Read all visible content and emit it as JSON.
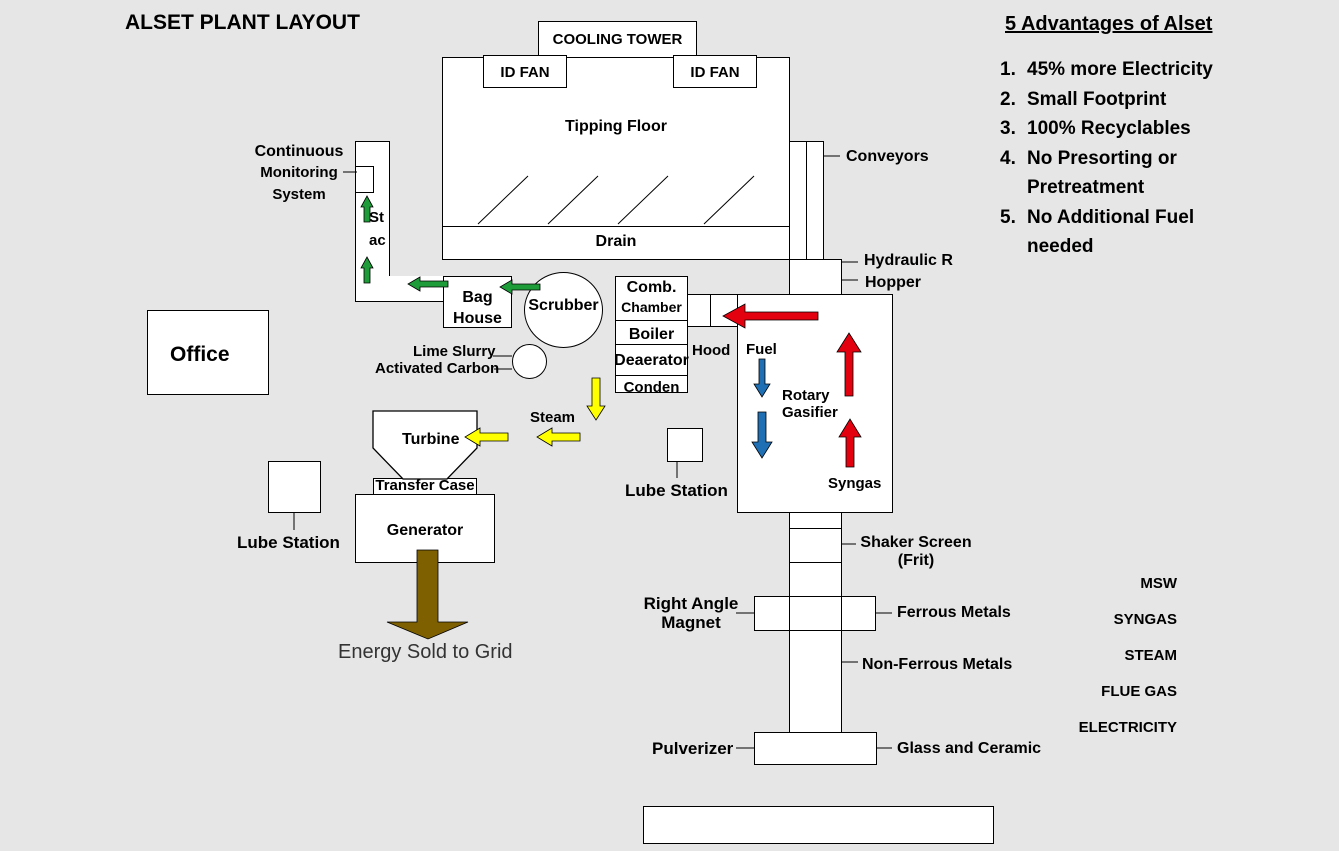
{
  "title": "ALSET PLANT LAYOUT",
  "advantages": {
    "heading": "5 Advantages of Alset",
    "items": [
      {
        "num": "1.",
        "text": "45% more Electricity"
      },
      {
        "num": "2.",
        "text": "Small Footprint"
      },
      {
        "num": "3.",
        "text": "100% Recyclables"
      },
      {
        "num": "4.",
        "text": "No Presorting or Pretreatment"
      },
      {
        "num": "5.",
        "text": "No Additional Fuel needed"
      }
    ]
  },
  "labels": {
    "cooling_tower": "COOLING TOWER",
    "id_fan_left": "ID FAN",
    "id_fan_right": "ID FAN",
    "tipping_floor": "Tipping Floor",
    "drain": "Drain",
    "conveyors": "Conveyors",
    "hydraulic": "Hydraulic R",
    "hopper": "Hopper",
    "cms_line1": "Continuous",
    "cms_line2": "Monitoring",
    "cms_line3": "System",
    "stack_line1": "St",
    "stack_line2": "ac",
    "bag_house_line1": "Bag",
    "bag_house_line2": "House",
    "scrubber": "Scrubber",
    "lime_slurry": "Lime Slurry",
    "activated_carbon": "Activated Carbon",
    "comb_line1": "Comb.",
    "comb_line2": "Chamber",
    "boiler": "Boiler",
    "deaerator": "Deaerator",
    "condenser": "Conden",
    "hood": "Hood",
    "fuel": "Fuel",
    "rotary_line1": "Rotary",
    "rotary_line2": "Gasifier",
    "syngas": "Syngas",
    "steam": "Steam",
    "turbine": "Turbine",
    "transfer_case": "Transfer Case",
    "generator": "Generator",
    "office": "Office",
    "lube_station_left": "Lube Station",
    "lube_station_mid": "Lube Station",
    "energy_sold": "Energy Sold to Grid",
    "shaker_line1": "Shaker Screen",
    "shaker_line2": "(Frit)",
    "right_angle_line1": "Right Angle",
    "right_angle_line2": "Magnet",
    "ferrous": "Ferrous Metals",
    "non_ferrous": "Non-Ferrous Metals",
    "pulverizer": "Pulverizer",
    "glass": "Glass and Ceramic"
  },
  "legend": [
    "MSW",
    "SYNGAS",
    "STEAM",
    "FLUE GAS",
    "ELECTRICITY"
  ],
  "colors": {
    "background": "#e7e6e6",
    "flue_gas": "#1f9c3a",
    "syngas": "#e3000f",
    "fuel": "#1f6fb5",
    "steam": "#ffff00",
    "electricity": "#7f6000"
  }
}
